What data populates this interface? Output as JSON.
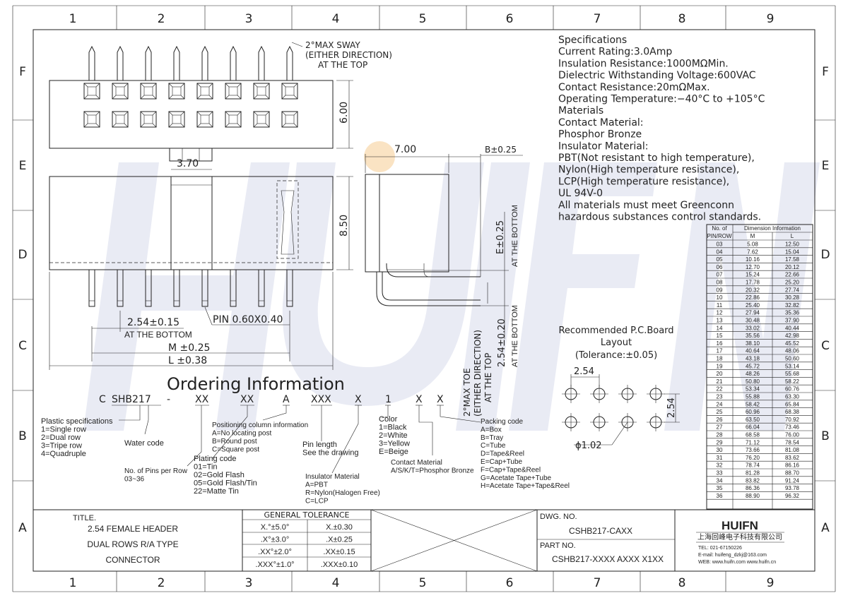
{
  "border": {
    "columns": [
      "1",
      "2",
      "3",
      "4",
      "5",
      "6",
      "7",
      "8",
      "9"
    ],
    "rows": [
      "F",
      "E",
      "D",
      "C",
      "B",
      "A"
    ]
  },
  "watermark": {
    "text": "HUIFN",
    "color": "#2a3f8f"
  },
  "front_view": {
    "sway_note": [
      "2°MAX SWAY",
      "(EITHER DIRECTION)",
      "AT THE TOP"
    ],
    "dim_height_top": "6.00",
    "dim_width": "3.70",
    "dim_height_body": "8.50",
    "pitch": "2.54±0.15",
    "pitch_note": "AT THE BOTTOM",
    "pin": "PIN 0.60X0.40",
    "dim_m": "M ±0.25",
    "dim_l": "L ±0.38"
  },
  "side_view": {
    "dim_depth": "7.00",
    "dim_b": "B±0.25",
    "dim_e": "E±0.25",
    "dim_e_note": "AT THE BOTTOM",
    "dim_pitch": "2.54±0.20",
    "dim_pitch_note": "AT THE BOTTOM",
    "toe_note": [
      "2°MAX TOE",
      "(EITHER DIRECTION)",
      "AT THE TOP"
    ]
  },
  "specifications": [
    "Specifications",
    "Current Rating:3.0Amp",
    "Insulation Resistance:1000MΩMin.",
    "Dielectric Withstanding Voltage:600VAC",
    "Contact Resistance:20mΩMax.",
    "Operating Temperature:−40°C to +105°C",
    "Materials",
    "Contact Material:",
    "Phosphor Bronze",
    "Insulator Material:",
    "PBT(Not resistant to high temperature),",
    "Nylon(High temperature resistance),",
    "LCP(High temperature resistance),",
    "UL 94V-0",
    "All materials must meet Greenconn",
    "hazardous substances control standards."
  ],
  "dimension_table": {
    "header_left": [
      "No. of",
      "PIN/ROW"
    ],
    "header_group": "Dimension Information",
    "col_m": "M",
    "col_l": "L",
    "rows": [
      [
        "03",
        "5.08",
        "12.50"
      ],
      [
        "04",
        "7.62",
        "15.04"
      ],
      [
        "05",
        "10.16",
        "17.58"
      ],
      [
        "06",
        "12.70",
        "20.12"
      ],
      [
        "07",
        "15.24",
        "22.66"
      ],
      [
        "08",
        "17.78",
        "25.20"
      ],
      [
        "09",
        "20.32",
        "27.74"
      ],
      [
        "10",
        "22.86",
        "30.28"
      ],
      [
        "11",
        "25.40",
        "32.82"
      ],
      [
        "12",
        "27.94",
        "35.36"
      ],
      [
        "13",
        "30.48",
        "37.90"
      ],
      [
        "14",
        "33.02",
        "40.44"
      ],
      [
        "15",
        "35.56",
        "42.98"
      ],
      [
        "16",
        "38.10",
        "45.52"
      ],
      [
        "17",
        "40.64",
        "48.06"
      ],
      [
        "18",
        "43.18",
        "50.60"
      ],
      [
        "19",
        "45.72",
        "53.14"
      ],
      [
        "20",
        "48.26",
        "55.68"
      ],
      [
        "21",
        "50.80",
        "58.22"
      ],
      [
        "22",
        "53.34",
        "60.76"
      ],
      [
        "23",
        "55.88",
        "63.30"
      ],
      [
        "24",
        "58.42",
        "65.84"
      ],
      [
        "25",
        "60.96",
        "68.38"
      ],
      [
        "26",
        "63.50",
        "70.92"
      ],
      [
        "27",
        "66.04",
        "73.46"
      ],
      [
        "28",
        "68.58",
        "76.00"
      ],
      [
        "29",
        "71.12",
        "78.54"
      ],
      [
        "30",
        "73.66",
        "81.08"
      ],
      [
        "31",
        "76.20",
        "83.62"
      ],
      [
        "32",
        "78.74",
        "86.16"
      ],
      [
        "33",
        "81.28",
        "88.70"
      ],
      [
        "34",
        "83.82",
        "91.24"
      ],
      [
        "35",
        "86.36",
        "93.78"
      ],
      [
        "36",
        "88.90",
        "96.32"
      ]
    ]
  },
  "pcb_layout": {
    "title": [
      "Recommended P.C.Board",
      "Layout",
      "(Tolerance:±0.05)"
    ],
    "dim_x": "2.54",
    "dim_y": "2.54",
    "hole": "ϕ1.02"
  },
  "ordering": {
    "title": "Ordering Information",
    "code": [
      "C",
      "SHB217",
      "-",
      "XX",
      "XX",
      "A",
      "XXX",
      "X",
      "1",
      "X",
      "X"
    ],
    "plastic": [
      "Plastic specifications",
      "1=Single row",
      "2=Dual row",
      "3=Tripe row",
      "4=Quadruple"
    ],
    "water": "Water code",
    "pins": [
      "No. of Pins per Row",
      "03~36"
    ],
    "plating": [
      "Plating code",
      "01=Tin",
      "02=Gold Flash",
      "05=Gold Flash/Tin",
      "22=Matte Tin"
    ],
    "position": [
      "Positioning column information",
      "A=No locating post",
      "B=Round post",
      "C=Square post"
    ],
    "pin_length": [
      "Pin length",
      "See the drawing"
    ],
    "insulator": [
      "Insulator Material",
      "A=PBT",
      "R=Nylon(Halogen Free)",
      "C=LCP"
    ],
    "color": [
      "Color",
      "1=Black",
      "2=White",
      "3=Yellow",
      "E=Beige"
    ],
    "contact": [
      "Contact Material",
      "A/S/K/T=Phosphor Bronze"
    ],
    "packing": [
      "Packing code",
      "A=Box",
      "B=Tray",
      "C=Tube",
      "D=Tape&Reel",
      "E=Cap+Tube",
      "F=Cap+Tape&Reel",
      "G=Acetate Tape+Tube",
      "H=Acetate Tape+Tape&Reel"
    ]
  },
  "title_block": {
    "title_label": "TITLE.",
    "title_lines": [
      "2.54 FEMALE HEADER",
      "DUAL ROWS R/A TYPE",
      "CONNECTOR"
    ],
    "tolerance_header": "GENERAL TOLERANCE",
    "tolerance_rows": [
      [
        "X.°±5.0°",
        "X.±0.30"
      ],
      [
        ".X°±3.0°",
        ".X±0.25"
      ],
      [
        ".XX°±2.0°",
        ".XX±0.15"
      ],
      [
        ".XXX°±1.0°",
        ".XXX±0.10"
      ]
    ],
    "dwg_label": "DWG. NO.",
    "dwg_value": "CSHB217-CAXX",
    "part_label": "PART NO.",
    "part_value": "CSHB217-XXXX AXXX X1XX",
    "company_logo": "HUIFN",
    "company_name": "上海回峰电子科技有限公司",
    "contact_lines": [
      "TEL: 021-67150226",
      "E-mail: huifeng_dzkj@163.com",
      "WEB: www.huifn.com  www.huifn.cn"
    ]
  }
}
